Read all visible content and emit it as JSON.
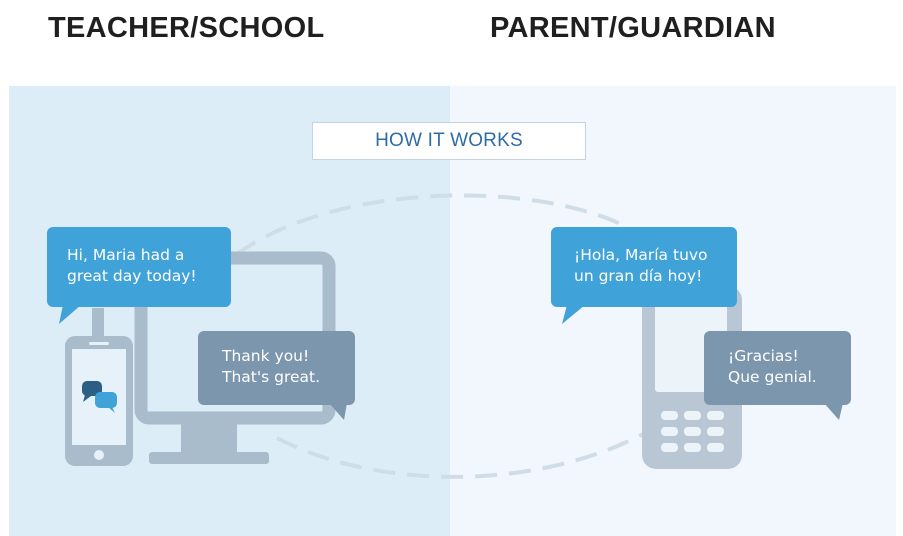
{
  "headings": {
    "teacher": "TEACHER/SCHOOL",
    "parent": "PARENT/GUARDIAN"
  },
  "how_it_works": "HOW IT WORKS",
  "bubbles": {
    "teacher_message": [
      "Hi, Maria had a",
      "great day today!"
    ],
    "teacher_reply": [
      "Thank you!",
      "That's great."
    ],
    "parent_message": [
      "¡Hola, María tuvo",
      "un gran día hoy!"
    ],
    "parent_reply": [
      "¡Gracias!",
      "Que genial."
    ]
  },
  "colors": {
    "left_panel": "#dcedf8",
    "right_panel": "#f1f7fc",
    "blue_bubble": "#3fa2d9",
    "grey_bubble": "#7b96ad",
    "device_grey": "#a9bccb",
    "title_text": "#2e6ca4"
  },
  "icons": [
    "desktop-monitor-icon",
    "smartphone-icon",
    "chat-bubbles-icon",
    "feature-phone-icon",
    "connection-arc-dashed"
  ]
}
